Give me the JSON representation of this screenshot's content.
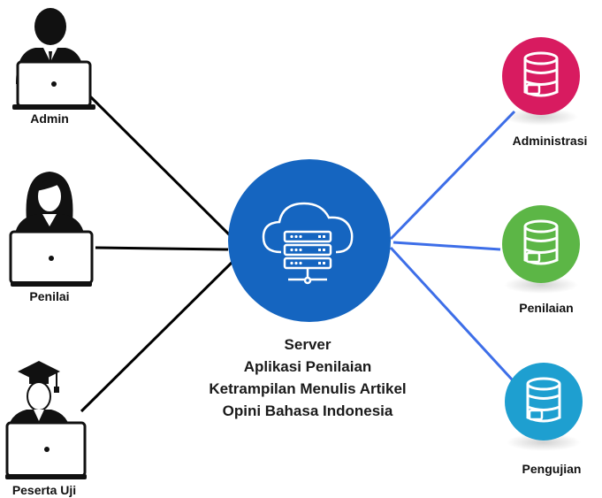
{
  "users": [
    {
      "label": "Admin",
      "icon": "businessman-laptop-icon"
    },
    {
      "label": "Penilai",
      "icon": "businesswoman-laptop-icon"
    },
    {
      "label": "Peserta Uji",
      "icon": "graduate-laptop-icon"
    }
  ],
  "server": {
    "icon": "cloud-server-icon",
    "lines": [
      "Server",
      "Aplikasi Penilaian",
      "Ketrampilan Menulis Artikel",
      "Opini Bahasa Indonesia"
    ]
  },
  "databases": [
    {
      "label": "Administrasi",
      "icon": "database-icon",
      "color": "#d81b60"
    },
    {
      "label": "Penilaian",
      "icon": "database-icon",
      "color": "#5cb646"
    },
    {
      "label": "Pengujian",
      "icon": "database-icon",
      "color": "#1e9fd0"
    }
  ],
  "colors": {
    "server_circle": "#1565c0",
    "user_link": "#000000",
    "db_link": "#3d6ee8"
  }
}
